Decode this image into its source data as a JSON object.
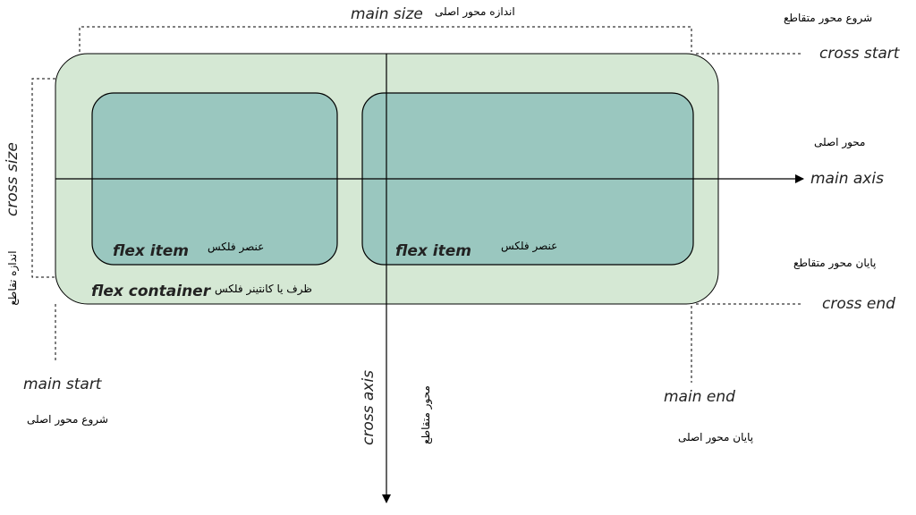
{
  "labels": {
    "main_size": "main size",
    "main_size_fa": "اندازه محور اصلی",
    "cross_start": "cross start",
    "cross_start_fa": "شروع محور متقاطع",
    "main_axis": "main axis",
    "main_axis_fa": "محور اصلی",
    "cross_end": "cross end",
    "cross_end_fa": "پایان محور متقاطع",
    "cross_size": "cross size",
    "cross_size_fa": "اندازه تقاطع",
    "main_start": "main start",
    "main_start_fa": "شروع محور اصلی",
    "main_end": "main end",
    "main_end_fa": "پایان محور اصلی",
    "cross_axis": "cross axis",
    "cross_axis_fa": "محور متقاطع",
    "flex_item": "flex item",
    "flex_item_fa": "عنصر فلکس",
    "flex_container": "flex container",
    "flex_container_fa": "ظرف یا کانتینر فلکس"
  },
  "colors": {
    "container_fill": "#d5e8d4",
    "item_fill": "#9ac7bf",
    "stroke": "#000000"
  }
}
